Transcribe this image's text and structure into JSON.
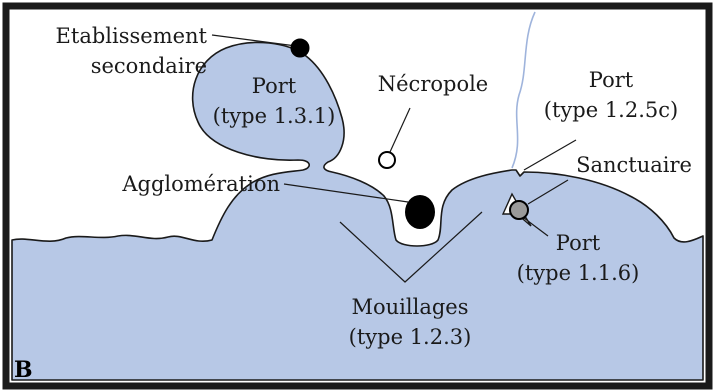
{
  "panel_letter": "B",
  "labels": {
    "secondary_site": [
      "Etablissement",
      "secondaire"
    ],
    "port_131": [
      "Port",
      "(type 1.3.1)"
    ],
    "necropole": "Nécropole",
    "port_125c": [
      "Port",
      "(type 1.2.5c)"
    ],
    "agglomeration": "Agglomération",
    "sanctuaire": "Sanctuaire",
    "port_116": [
      "Port",
      "(type 1.1.6)"
    ],
    "mouillages": [
      "Mouillages",
      "(type 1.2.3)"
    ]
  },
  "colors": {
    "water": "#b7c8e6",
    "river": "#9fb4dc",
    "frame": "#1a1a1a",
    "site_major": "#000000",
    "sanctuary": "#9a9a9a",
    "necropolis": "#ffffff"
  }
}
